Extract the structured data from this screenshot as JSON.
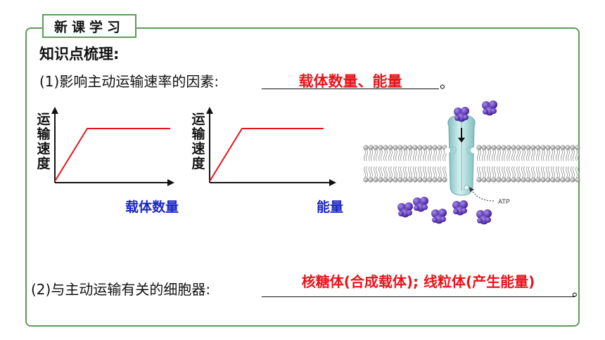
{
  "header": {
    "tag": "新课学习"
  },
  "heading": "知识点梳理:",
  "q1": {
    "prompt": "(1)影响主动运输速率的因素:",
    "answer": "载体数量、能量",
    "end": "。"
  },
  "graphs": [
    {
      "ylabel": [
        "运",
        "输",
        "速",
        "度"
      ],
      "xlabel": "载体数量"
    },
    {
      "ylabel": [
        "运",
        "输",
        "速",
        "度"
      ],
      "xlabel": "能量"
    }
  ],
  "diagram": {
    "atp_label": "ATP"
  },
  "q2": {
    "prompt": "(2)与主动运输有关的细胞器:",
    "answer": "核糖体(合成载体); 线粒体(产生能量)",
    "end": "。"
  },
  "colors": {
    "frame": "#5e9b59",
    "answer": "#e8141b",
    "xlabel": "#1a25c9",
    "curve": "#e8141b",
    "carrier": "#b9e2e1",
    "molecule": "#5a2bb8"
  }
}
